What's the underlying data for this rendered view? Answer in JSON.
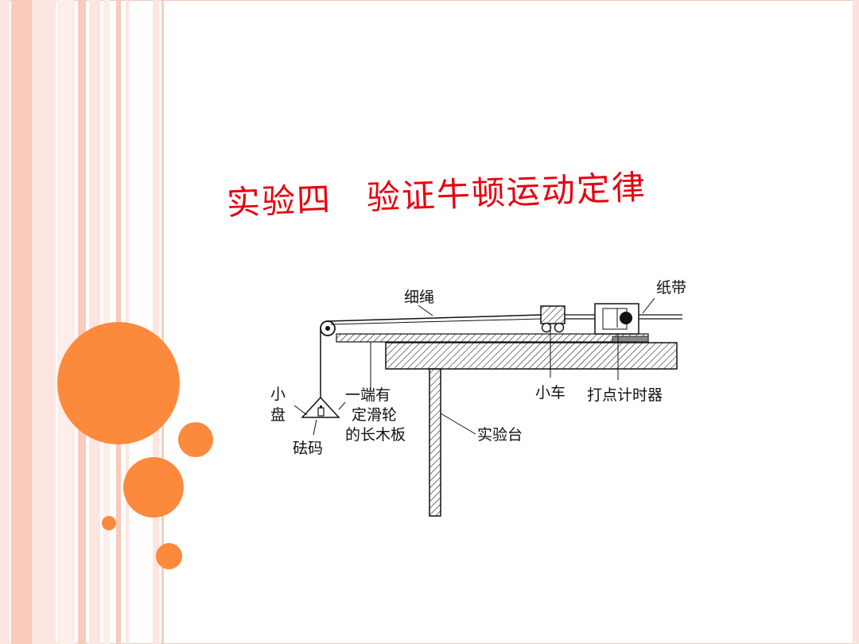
{
  "slide": {
    "title": "实验四　验证牛顿运动定律",
    "colors": {
      "title": "#e8000f",
      "accent": "#fb8a3c",
      "stripe_light": "#fde6df",
      "stripe_mid": "#f9cbbd",
      "stripe_pale": "#fdeeea"
    }
  },
  "diagram": {
    "labels": {
      "rope": "细绳",
      "tape": "纸带",
      "pan_1": "小",
      "pan_2": "盘",
      "weights": "砝码",
      "board_1": "一端有",
      "board_2": "定滑轮",
      "board_3": "的长木板",
      "cart": "小车",
      "timer": "打点计时器",
      "table": "实验台"
    }
  }
}
